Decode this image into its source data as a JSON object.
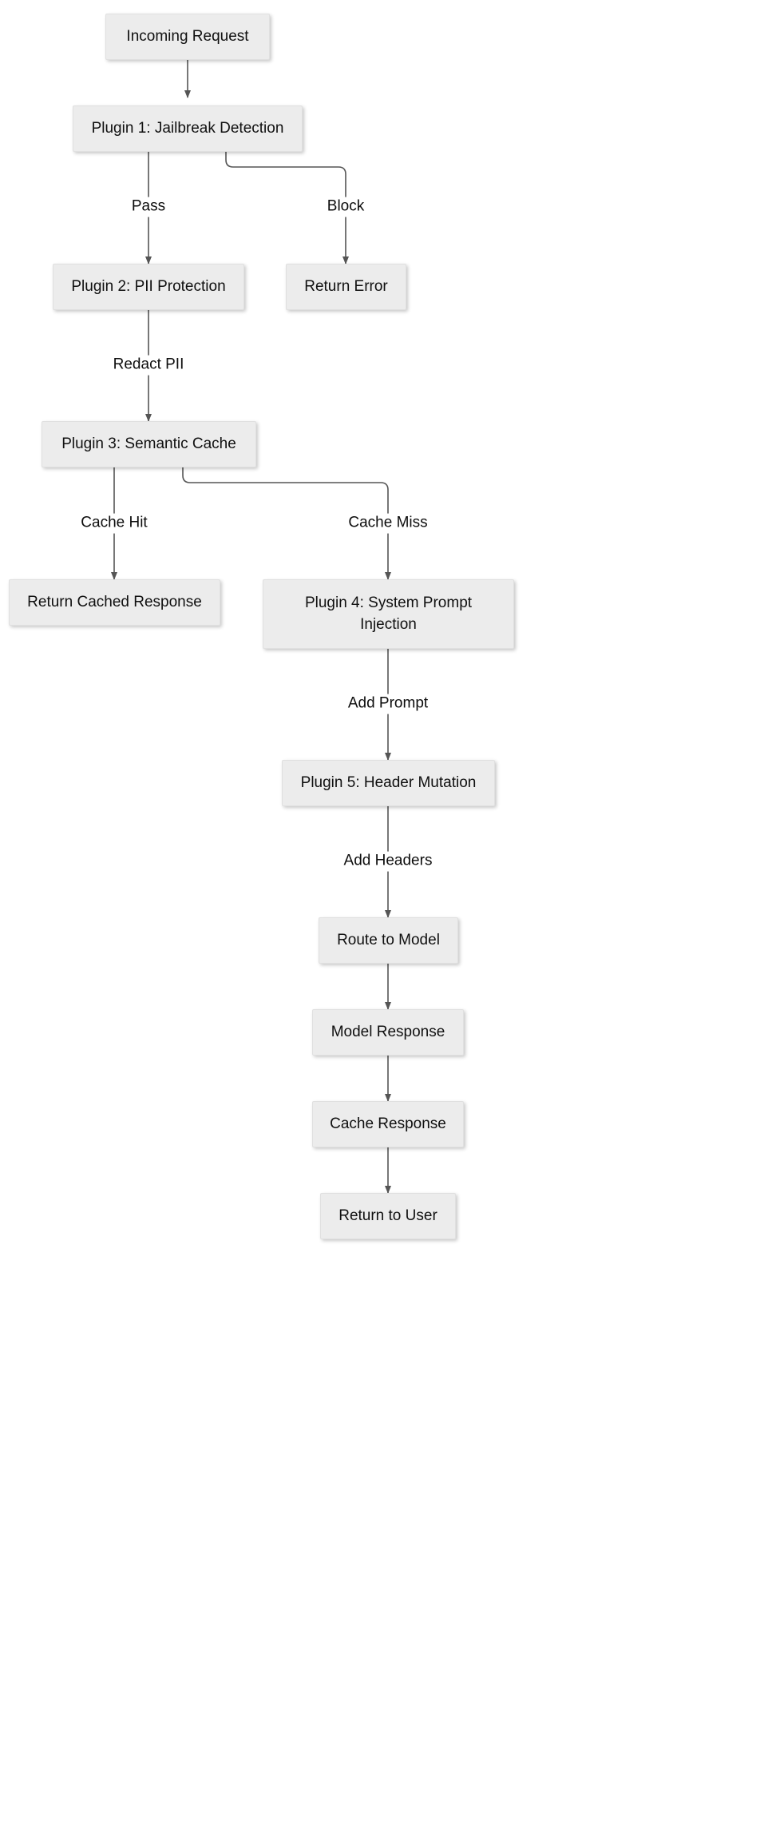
{
  "diagram": {
    "type": "flowchart",
    "orientation": "top-down",
    "title": "",
    "background_color": "#ffffff",
    "node_fill_color": "#ececec",
    "node_border_color": "#e0e0e0",
    "edge_color": "#555555",
    "text_color": "#101010"
  },
  "nodes": [
    {
      "id": "incoming_request",
      "label": "Incoming Request"
    },
    {
      "id": "plugin1_jailbreak",
      "label": "Plugin 1: Jailbreak Detection"
    },
    {
      "id": "return_error",
      "label": "Return Error"
    },
    {
      "id": "plugin2_pii",
      "label": "Plugin 2: PII Protection"
    },
    {
      "id": "plugin3_cache",
      "label": "Plugin 3: Semantic Cache"
    },
    {
      "id": "return_cached_response",
      "label": "Return Cached Response"
    },
    {
      "id": "plugin4_system_prompt",
      "label": "Plugin 4: System Prompt Injection"
    },
    {
      "id": "plugin5_header_mutation",
      "label": "Plugin 5: Header Mutation"
    },
    {
      "id": "route_to_model",
      "label": "Route to Model"
    },
    {
      "id": "model_response",
      "label": "Model Response"
    },
    {
      "id": "cache_response",
      "label": "Cache Response"
    },
    {
      "id": "return_to_user",
      "label": "Return to User"
    }
  ],
  "edges": [
    {
      "from": "incoming_request",
      "to": "plugin1_jailbreak",
      "label": ""
    },
    {
      "from": "plugin1_jailbreak",
      "to": "plugin2_pii",
      "label": "Pass"
    },
    {
      "from": "plugin1_jailbreak",
      "to": "return_error",
      "label": "Block"
    },
    {
      "from": "plugin2_pii",
      "to": "plugin3_cache",
      "label": "Redact PII"
    },
    {
      "from": "plugin3_cache",
      "to": "return_cached_response",
      "label": "Cache Hit"
    },
    {
      "from": "plugin3_cache",
      "to": "plugin4_system_prompt",
      "label": "Cache Miss"
    },
    {
      "from": "plugin4_system_prompt",
      "to": "plugin5_header_mutation",
      "label": "Add Prompt"
    },
    {
      "from": "plugin5_header_mutation",
      "to": "route_to_model",
      "label": "Add Headers"
    },
    {
      "from": "route_to_model",
      "to": "model_response",
      "label": ""
    },
    {
      "from": "model_response",
      "to": "cache_response",
      "label": ""
    },
    {
      "from": "cache_response",
      "to": "return_to_user",
      "label": ""
    }
  ],
  "edge_labels": {
    "pass": "Pass",
    "block": "Block",
    "redact_pii": "Redact PII",
    "cache_hit": "Cache Hit",
    "cache_miss": "Cache Miss",
    "add_prompt": "Add Prompt",
    "add_headers": "Add Headers"
  }
}
